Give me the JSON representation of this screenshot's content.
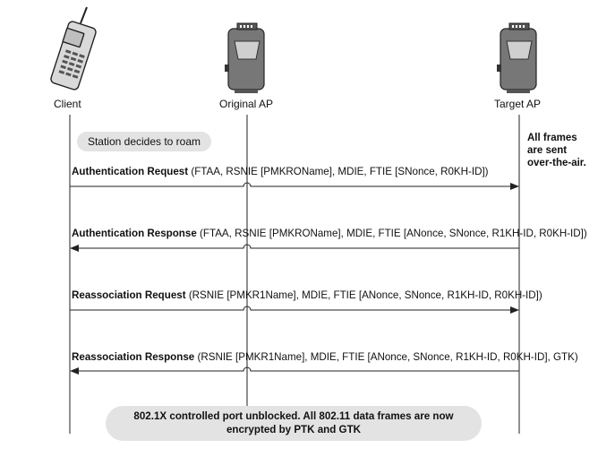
{
  "entities": {
    "client": "Client",
    "original_ap": "Original AP",
    "target_ap": "Target AP"
  },
  "roam_note": "Station decides to roam",
  "ota_note": [
    "All frames",
    "are sent",
    "over-the-air."
  ],
  "messages": [
    {
      "name": "Authentication Request",
      "detail": "(FTAA, RSNIE [PMKROName], MDIE, FTIE [SNonce, R0KH-ID])",
      "direction": "to-target"
    },
    {
      "name": "Authentication Response",
      "detail": "(FTAA, RSNIE [PMKROName], MDIE, FTIE [ANonce, SNonce, R1KH-ID, R0KH-ID])",
      "direction": "to-client"
    },
    {
      "name": "Reassociation Request",
      "detail": "(RSNIE [PMKR1Name], MDIE, FTIE [ANonce, SNonce, R1KH-ID, R0KH-ID])",
      "direction": "to-target"
    },
    {
      "name": "Reassociation Response",
      "detail": "(RSNIE [PMKR1Name], MDIE, FTIE [ANonce, SNonce, R1KH-ID, R0KH-ID], GTK)",
      "direction": "to-client"
    }
  ],
  "final_note": [
    "802.1X controlled port unblocked. All 802.11 data frames are now",
    "encrypted by PTK and GTK"
  ]
}
